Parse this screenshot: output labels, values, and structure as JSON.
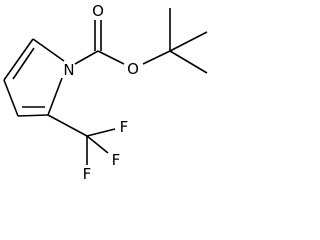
{
  "molecule": {
    "atoms": {
      "n1": "N",
      "o_carbonyl": "O",
      "o_ester": "O",
      "f1": "F",
      "f2": "F",
      "f3": "F"
    }
  },
  "colors": {
    "bond": "#000000",
    "label": "#000000",
    "background": "#ffffff"
  }
}
